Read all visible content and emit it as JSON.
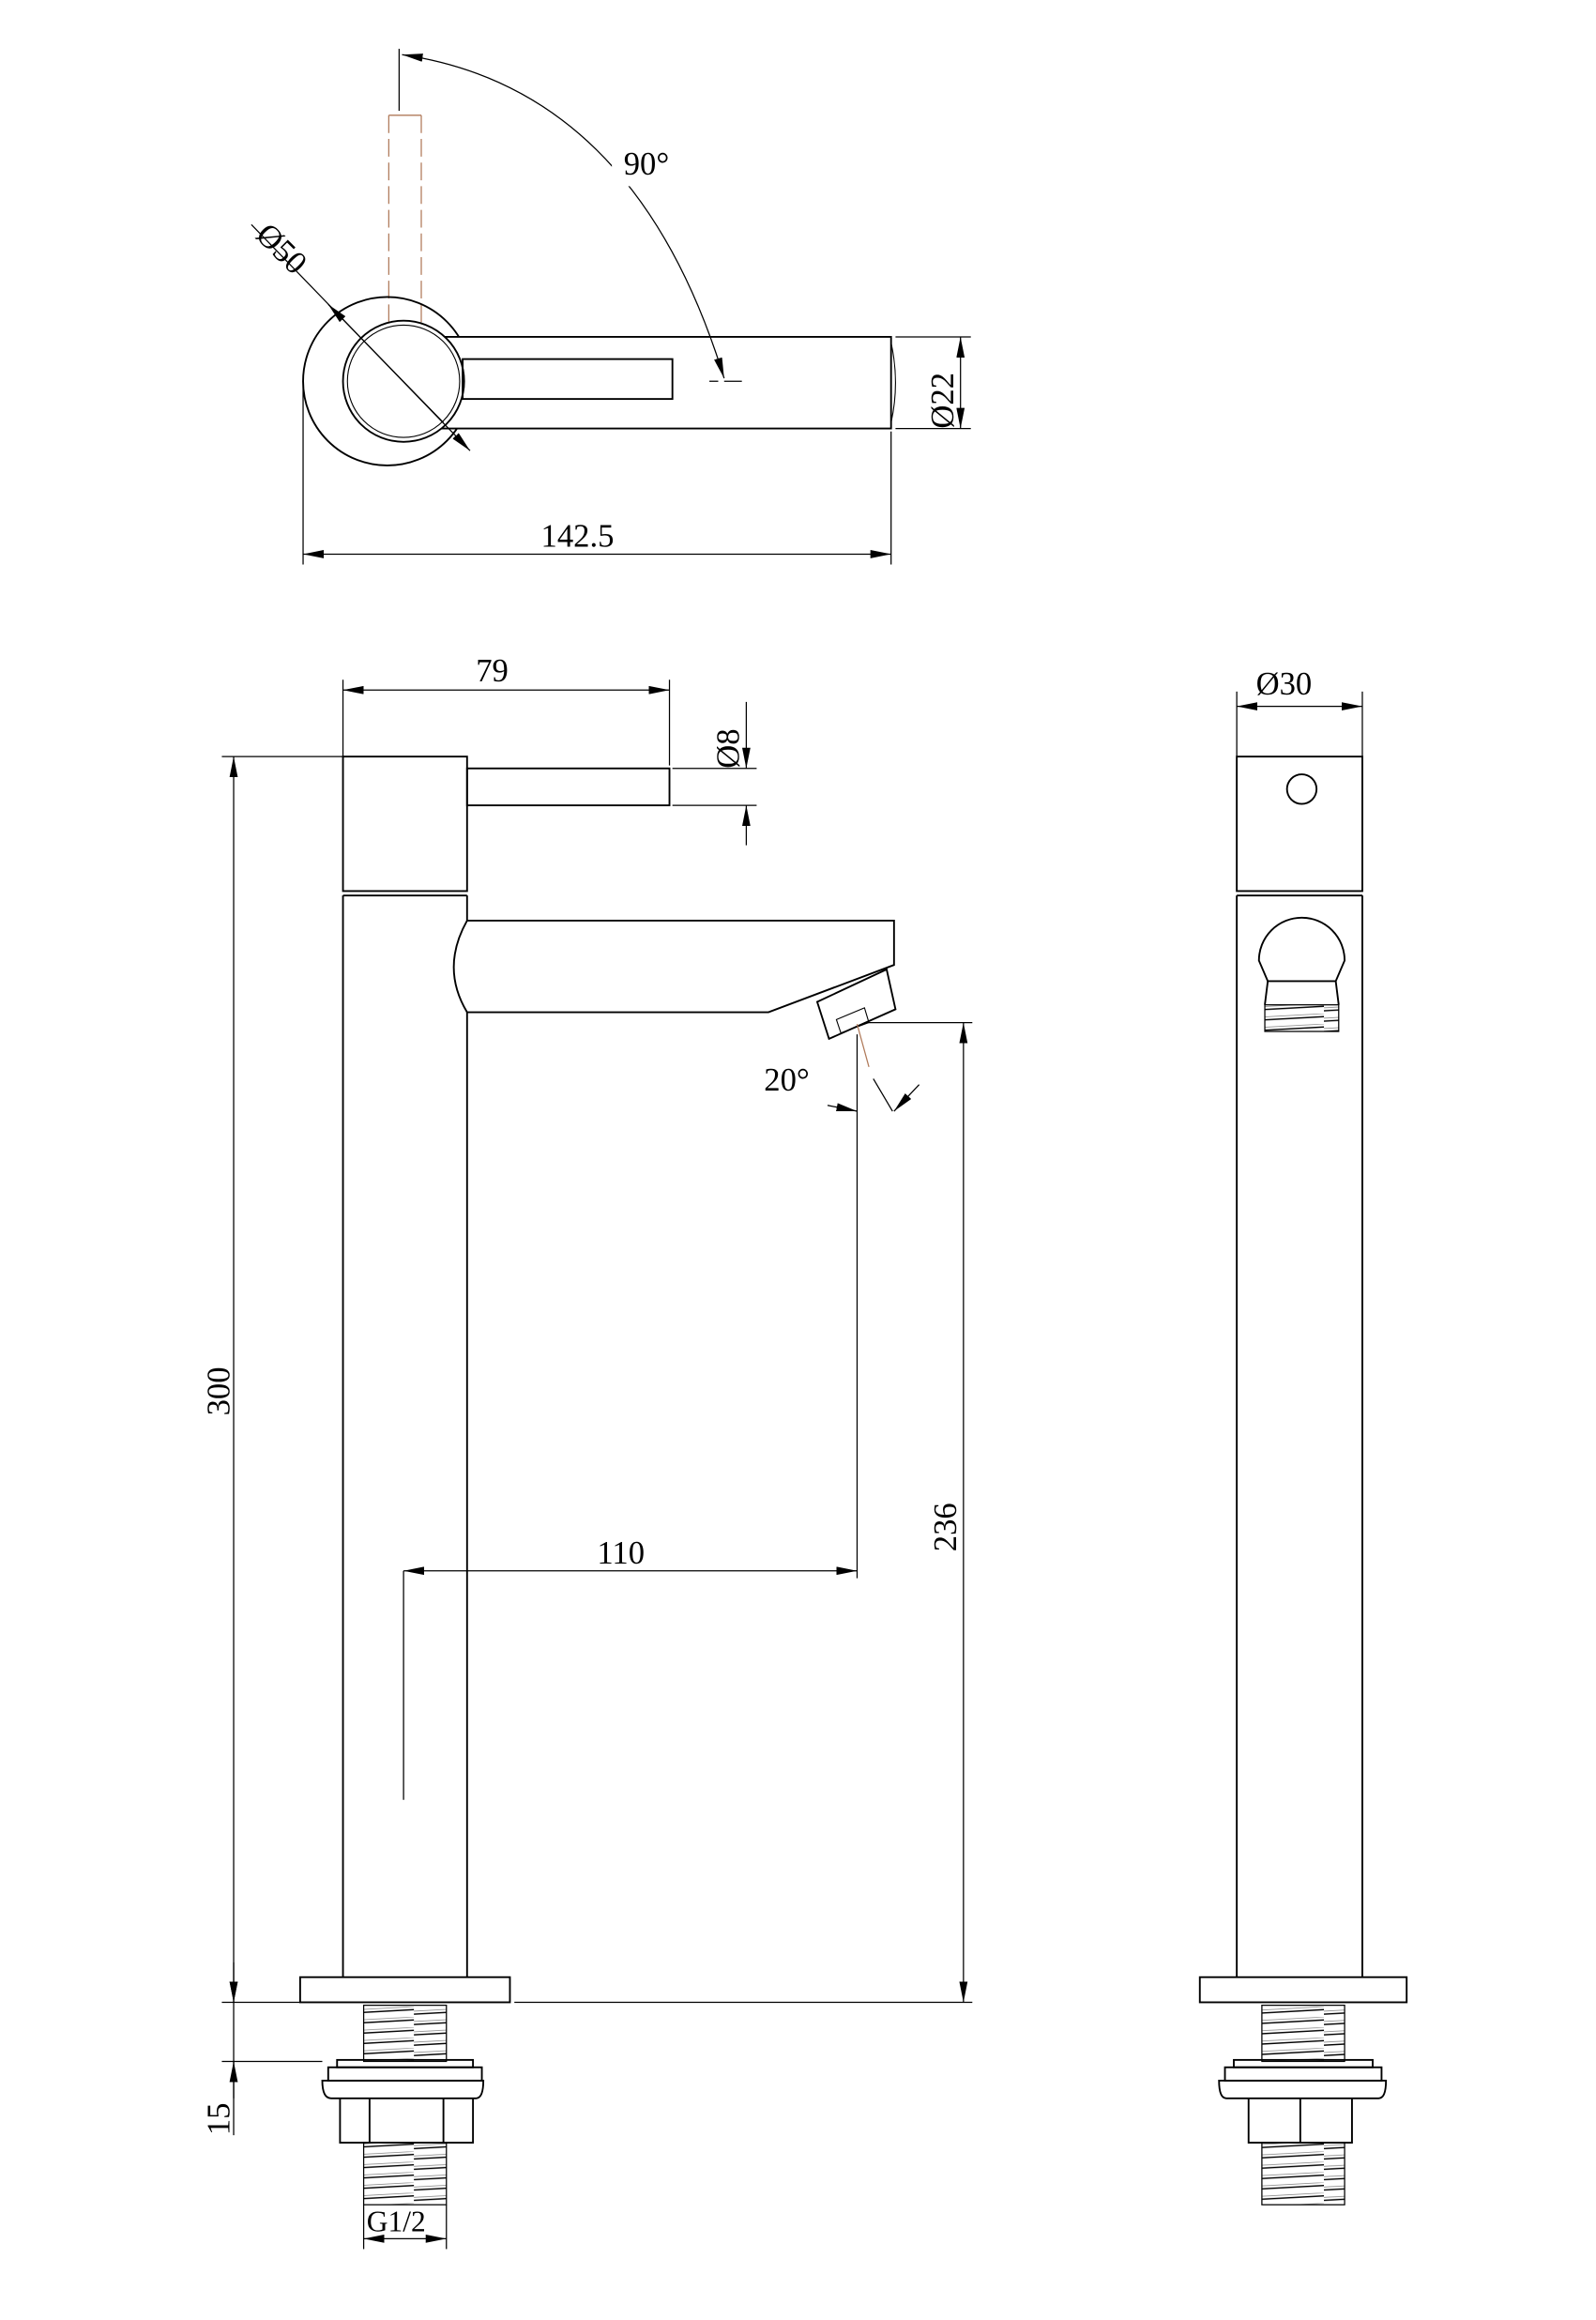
{
  "title": "Tall basin mixer tap technical drawing",
  "top_view": {
    "handle_rotation": "90°",
    "base_diameter": "Ø50",
    "spout_diameter": "Ø22",
    "overall_length": "142.5"
  },
  "side_view": {
    "handle_reach": "79",
    "handle_diameter": "Ø8",
    "overall_height": "300",
    "thread_offset": "15",
    "connection": "G1/2",
    "outlet_angle": "20°",
    "spout_reach": "110",
    "outlet_height": "236"
  },
  "front_view": {
    "body_diameter": "Ø30"
  }
}
